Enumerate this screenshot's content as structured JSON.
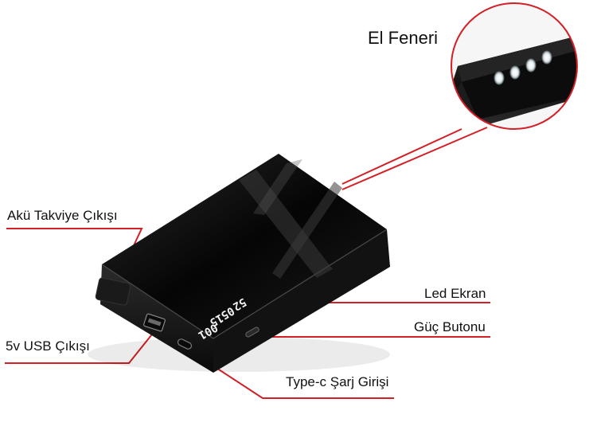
{
  "image": {
    "subject": "power bank product diagram",
    "accent_color": "#d31f26"
  },
  "labels": {
    "flashlight": "El Feneri",
    "booster_output": "Akü Takviye Çıkışı",
    "usb_output": "5v USB Çıkışı",
    "led_screen": "Led Ekran",
    "power_button": "Güç Butonu",
    "typec_input": "Type-c Şarj Girişi"
  },
  "display": {
    "row1": "52",
    "row2": "05",
    "row3": "15",
    "row4": "001"
  }
}
